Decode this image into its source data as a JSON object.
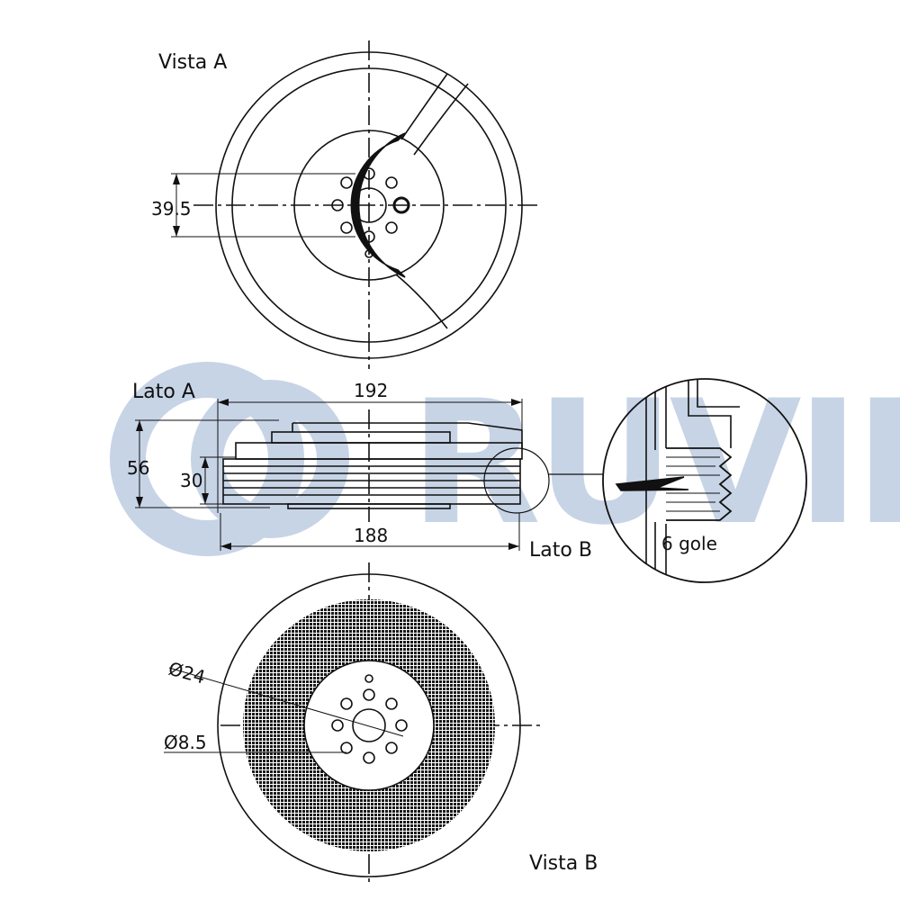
{
  "watermark": {
    "brand": "RUVILLE",
    "color": "#c7d4e6"
  },
  "views": {
    "vista_a": "Vista A",
    "vista_b": "Vista B",
    "lato_a": "Lato A",
    "lato_b": "Lato B"
  },
  "dimensions": {
    "bolt_circle": "39.5",
    "outer_diameter": "192",
    "inner_diameter": "188",
    "total_height": "56",
    "hub_height": "30",
    "bore": "Ø24",
    "hole": "Ø8.5"
  },
  "detail": {
    "grooves_label": "6 gole",
    "groove_count": 6
  },
  "colors": {
    "line": "#111111",
    "fill_dark": "#111111",
    "hatch": "#1a1a1a"
  }
}
